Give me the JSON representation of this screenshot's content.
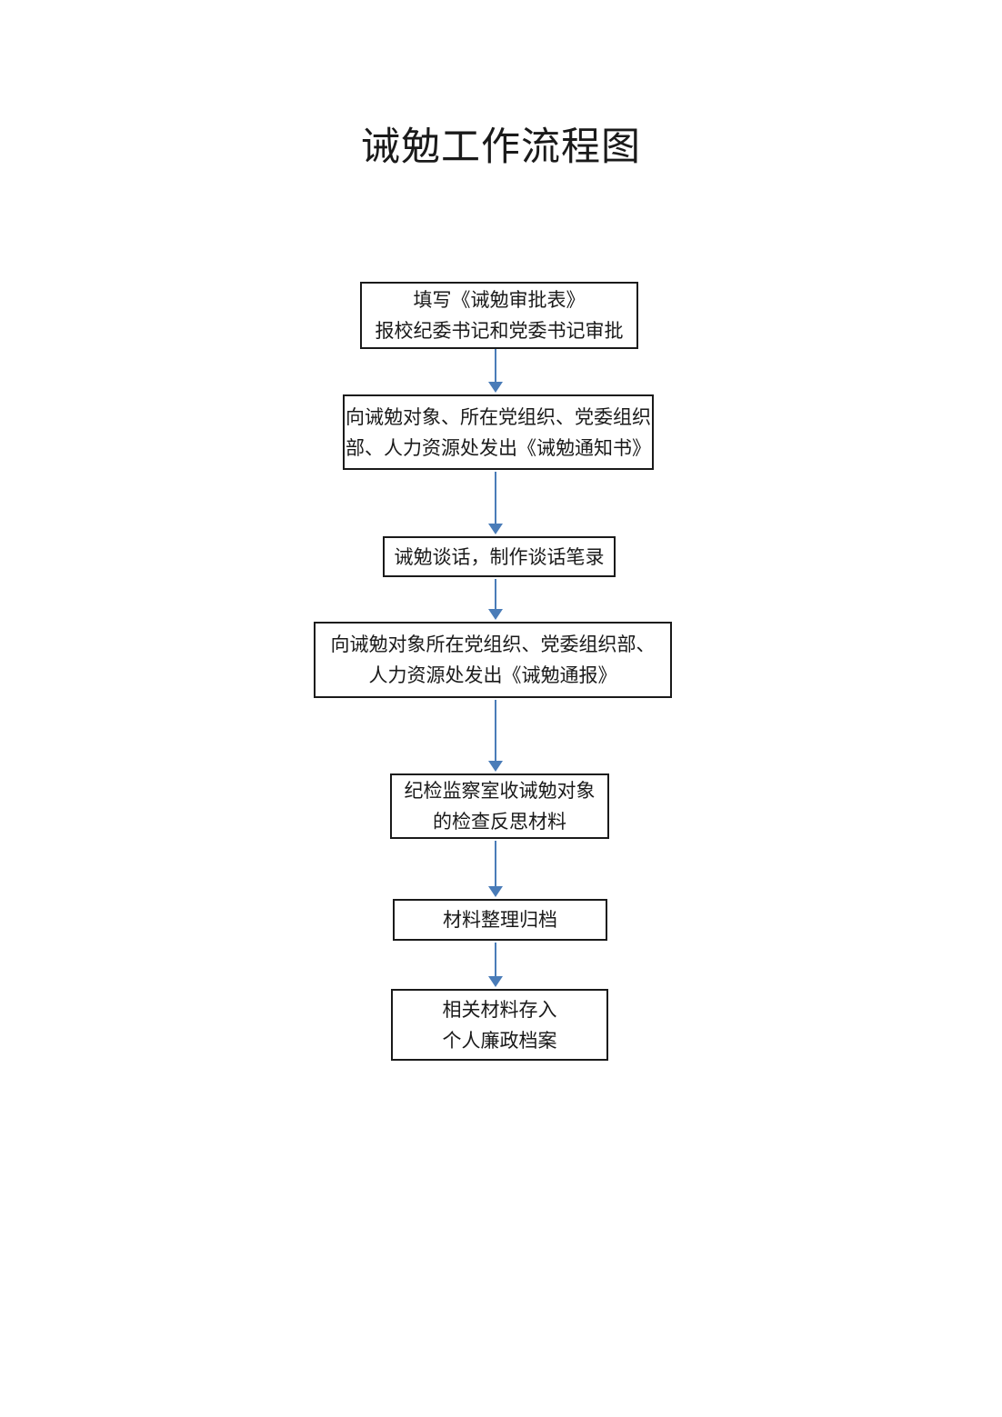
{
  "title": "诫勉工作流程图",
  "colors": {
    "arrow": "#4a7cb8",
    "box_border": "#1a1a1a",
    "text": "#1a1a1a",
    "page_background": "#ffffff"
  },
  "flowchart": {
    "steps": [
      {
        "name": "fill-approval-form",
        "text": "填写《诫勉审批表》\n报校纪委书记和党委书记审批"
      },
      {
        "name": "send-admonishment-notice",
        "text": "向诫勉对象、所在党组织、党委组织\n部、人力资源处发出《诫勉通知书》"
      },
      {
        "name": "admonishment-talk",
        "text": "诫勉谈话，制作谈话笔录"
      },
      {
        "name": "send-admonishment-bulletin",
        "text": "向诫勉对象所在党组织、党委组织部、\n人力资源处发出《诫勉通报》"
      },
      {
        "name": "collect-reflection-materials",
        "text": "纪检监察室收诫勉对象\n的检查反思材料"
      },
      {
        "name": "archive-materials",
        "text": "材料整理归档"
      },
      {
        "name": "store-in-personal-file",
        "text": "相关材料存入\n个人廉政档案"
      }
    ]
  }
}
